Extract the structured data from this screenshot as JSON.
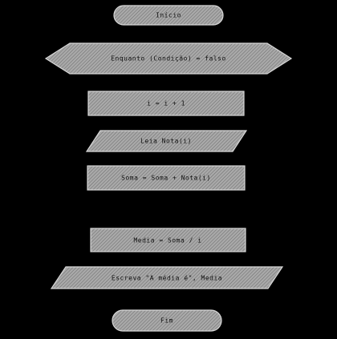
{
  "flowchart": {
    "nodes": [
      {
        "id": "start",
        "kind": "terminator",
        "text": "Início"
      },
      {
        "id": "loop",
        "kind": "preparation",
        "text": "Enquanto (Condição) = falso"
      },
      {
        "id": "init",
        "kind": "process",
        "text": "i = i + 1"
      },
      {
        "id": "read",
        "kind": "io",
        "text": "Leia Nota(i)"
      },
      {
        "id": "sum",
        "kind": "process",
        "text": "Soma = Soma + Nota(i)"
      },
      {
        "id": "avg",
        "kind": "process",
        "text": "Media = Soma / i"
      },
      {
        "id": "write",
        "kind": "io",
        "text": "Escreva \"A média é\", Media"
      },
      {
        "id": "end",
        "kind": "terminator",
        "text": "Fim"
      }
    ]
  },
  "colors": {
    "background": "#000000",
    "shape_fill": "#a9a9a9",
    "hatch": "#6a6a6a",
    "outline": "#d8d8d8",
    "text": "#111111"
  }
}
